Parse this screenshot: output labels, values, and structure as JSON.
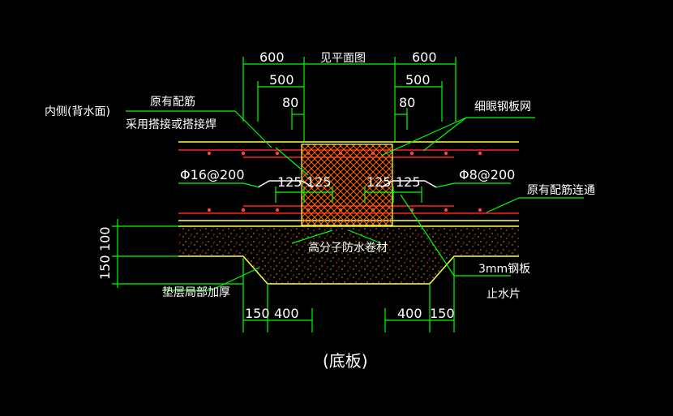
{
  "colors": {
    "background": "#000000",
    "dimension": "#00ff00",
    "rebar_red": "#ff2020",
    "slab_yellow": "#ffff40",
    "cushion_orange": "#ff8800",
    "text": "#ffffff",
    "leader": "#00ff00",
    "hatch": "#ff6600"
  },
  "dims": {
    "top_left_600": "600",
    "top_right_600": "600",
    "top_left_500": "500",
    "top_right_500": "500",
    "top_left_80": "80",
    "top_right_80": "80",
    "see_plan": "见平面图",
    "mid_125_a": "125",
    "mid_125_b": "125",
    "mid_125_c": "125",
    "mid_125_d": "125",
    "left_100": "100",
    "left_150": "150",
    "bot_left_150": "150",
    "bot_left_400": "400",
    "bot_right_400": "400",
    "bot_right_150": "150"
  },
  "labels": {
    "inner_side": "内侧(背水面)",
    "existing_rebar": "原有配筋",
    "lap_or_weld": "采用搭接或搭接焊",
    "wire_mesh": "细眼钢板网",
    "phi16": "Φ16@200",
    "phi8": "Φ8@200",
    "existing_rebar_continuous": "原有配筋连通",
    "polymer_membrane": "高分子防水卷材",
    "steel_plate_3mm": "3mm钢板",
    "waterstop": "止水片",
    "cushion_thicken": "垫层局部加厚",
    "caption": "(底板)"
  }
}
